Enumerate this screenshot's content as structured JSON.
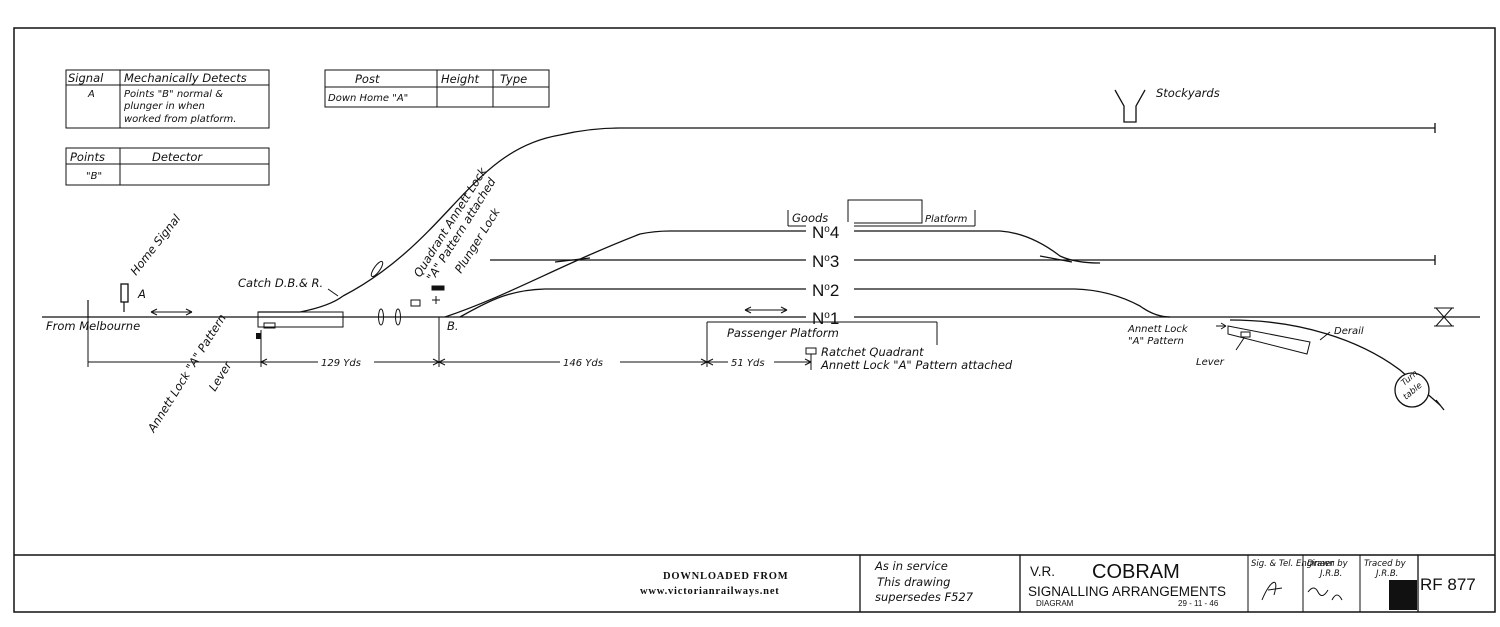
{
  "tables": {
    "signal_detects": {
      "headers": [
        "Signal",
        "Mechanically Detects"
      ],
      "row": {
        "signal": "A",
        "detects_1": "Points \"B\" normal &",
        "detects_2": "plunger in when",
        "detects_3": "worked from platform."
      }
    },
    "points_detector": {
      "headers": [
        "Points",
        "Detector"
      ],
      "row": {
        "points": "\"B\"",
        "detector": ""
      }
    },
    "post": {
      "headers": [
        "Post",
        "Height",
        "Type"
      ],
      "row": {
        "post": "Down Home \"A\"",
        "height": "",
        "type": ""
      }
    }
  },
  "labels": {
    "stockyards": "Stockyards",
    "goods": "Goods",
    "goods_platform": "Platform",
    "home_signal": "Home Signal",
    "signal_a": "A",
    "from_melbourne": "From Melbourne",
    "catch": "Catch D.B.& R.",
    "quadrant_1": "Quadrant Annett Lock",
    "quadrant_2": "\"A\" Pattern attached",
    "plunger": "Plunger Lock",
    "points_b": "B.",
    "annett_left": "Annett Lock \"A\" Pattern",
    "lever_left": "Lever",
    "passenger_platform": "Passenger   Platform",
    "ratchet_1": "Ratchet Quadrant",
    "ratchet_2": "Annett Lock \"A\" Pattern attached",
    "annett_right_1": "Annett Lock",
    "annett_right_2": "\"A\" Pattern",
    "lever_right": "Lever",
    "derail": "Derail",
    "turntable_1": "Turn",
    "turntable_2": "table"
  },
  "tracks": [
    "No4",
    "No3",
    "No2",
    "No1"
  ],
  "track_prefix": "N",
  "track_numbers": [
    "4",
    "3",
    "2",
    "1"
  ],
  "distances": [
    "129 Yds",
    "146 Yds",
    "51 Yds"
  ],
  "title_block": {
    "downloaded_1": "DOWNLOADED FROM",
    "downloaded_2": "www.victorianrailways.net",
    "service_1": "As in service",
    "service_2": "This drawing",
    "service_3": "supersedes F527",
    "vr": "V.R.",
    "station": "COBRAM",
    "subtitle": "SIGNALLING ARRANGEMENTS",
    "diagram": "DIAGRAM",
    "date": "29 - 11 - 46",
    "engineer": "Sig. & Tel. Engineer",
    "drawn_by": "Drawn by",
    "drawn_initials": "J.R.B.",
    "traced_by": "Traced by",
    "traced_initials": "J.R.B.",
    "drawing_no": "RF 877"
  }
}
